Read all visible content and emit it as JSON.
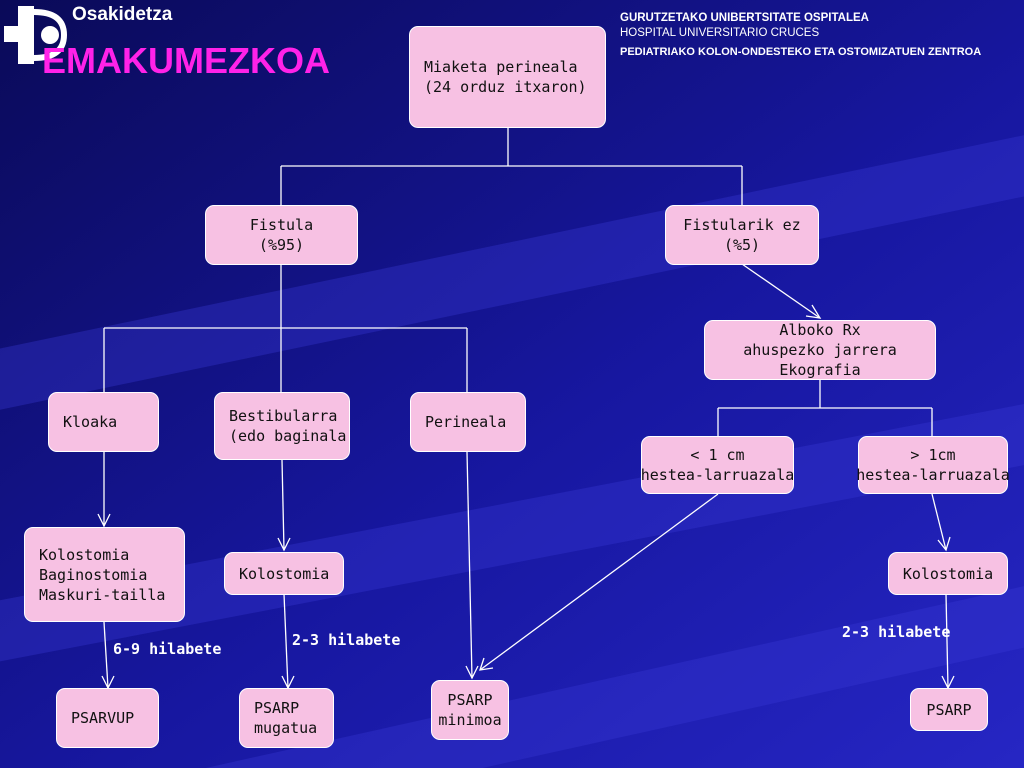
{
  "header": {
    "brand": "Osakidetza",
    "title": "EMAKUMEZKOA",
    "hospital_eu": "GURUTZETAKO UNIBERTSITATE OSPITALEA",
    "hospital_es": "HOSPITAL UNIVERSITARIO CRUCES",
    "department": "PEDIATRIAKO KOLON-ONDESTEKO ETA OSTOMIZATUEN ZENTROA"
  },
  "nodes": {
    "root": {
      "line1": "Miaketa perineala",
      "line2": "(24 orduz itxaron)"
    },
    "fistula": {
      "line1": "Fistula",
      "line2": "(%95)"
    },
    "no_fistula": {
      "line1": "Fistularik ez",
      "line2": "(%5)"
    },
    "alboko": {
      "line1": "Alboko Rx",
      "line2": "ahuspezko jarrera",
      "line3": "Ekografia"
    },
    "kloaka": {
      "line1": "Kloaka"
    },
    "bestibular": {
      "line1": "Bestibularra",
      "line2": "(edo baginala"
    },
    "perineala": {
      "line1": "Perineala"
    },
    "lt1cm": {
      "line1": "< 1 cm",
      "line2": "hestea-larruazala"
    },
    "gt1cm": {
      "line1": "> 1cm",
      "line2": "hestea-larruazala"
    },
    "kolo_kloaka": {
      "line1": "Kolostomia",
      "line2": "Baginostomia",
      "line3": "Maskuri-tailla"
    },
    "kolo_best": {
      "line1": "Kolostomia"
    },
    "kolo_gt": {
      "line1": "Kolostomia"
    },
    "psarvup": {
      "line1": "PSARVUP"
    },
    "psarp_mug": {
      "line1": "PSARP",
      "line2": "mugatua"
    },
    "psarp_min": {
      "line1": "PSARP",
      "line2": "minimoa"
    },
    "psarp": {
      "line1": "PSARP"
    }
  },
  "edge_labels": {
    "kloaka_time": "6-9 hilabete",
    "best_time": "2-3 hilabete",
    "gt_time": "2-3 hilabete"
  },
  "colors": {
    "background_dark": "#0a0a5e",
    "background_light": "#2a2ac8",
    "node_fill": "#f7c1e3",
    "title": "#ff22e8",
    "lines": "#ffffff"
  }
}
